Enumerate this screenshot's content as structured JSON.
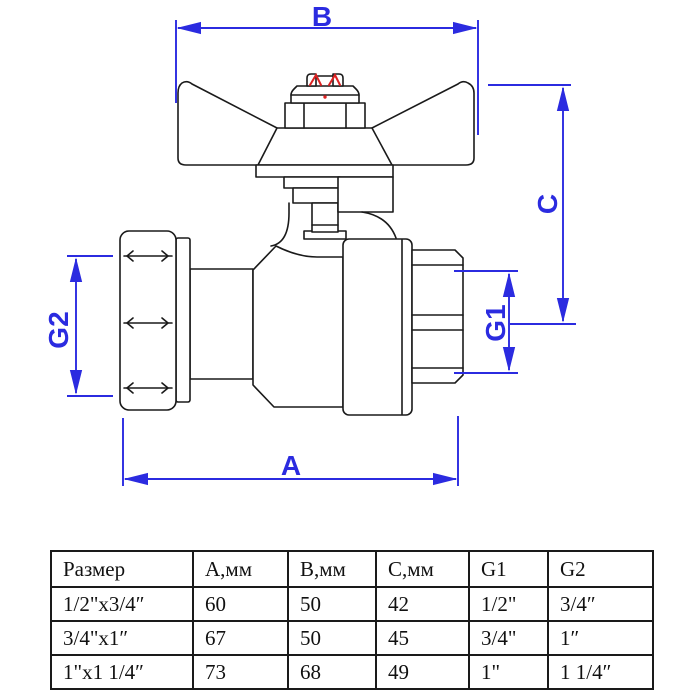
{
  "drawing": {
    "title": "ball-valve-with-union-nut-technical-drawing",
    "dim_labels": {
      "a": "A",
      "b": "B",
      "c": "C",
      "g1": "G1",
      "g2": "G2"
    },
    "colors": {
      "dimension_blue": "#2b2be0",
      "outline_black": "#1a1a1a",
      "detail_red": "#dd2222",
      "background": "#ffffff"
    }
  },
  "table": {
    "headers": [
      "Размер",
      "А,мм",
      "В,мм",
      "С,мм",
      "G1",
      "G2"
    ],
    "rows": [
      [
        "1/2\"x3/4″",
        "60",
        "50",
        "42",
        "1/2\"",
        "3/4″"
      ],
      [
        "3/4\"x1″",
        "67",
        "50",
        "45",
        "3/4\"",
        "1″"
      ],
      [
        "1\"x1 1/4″",
        "73",
        "68",
        "49",
        "1\"",
        "1 1/4″"
      ]
    ]
  }
}
